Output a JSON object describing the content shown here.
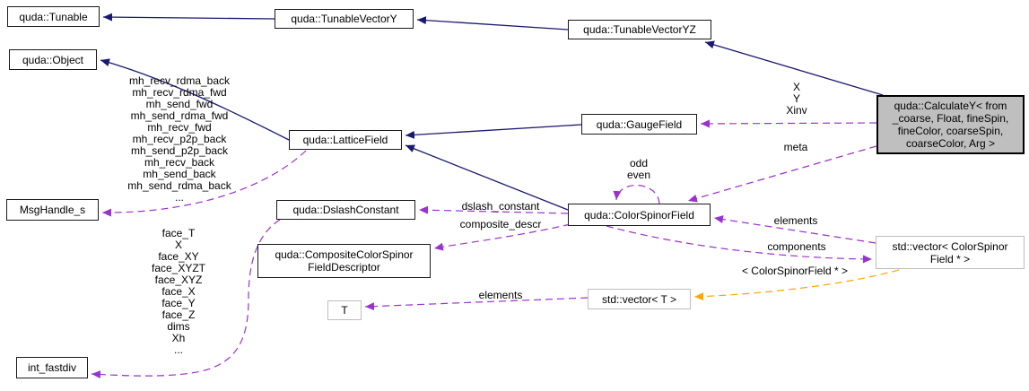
{
  "colors": {
    "inheritance": "#191970",
    "usage": "#9a32cd",
    "template": "#ffa500",
    "main_fill": "#bfbfbf",
    "node_border": "#1a1a1a",
    "external_border": "#bebebe",
    "text": "#000000",
    "background": "#ffffff"
  },
  "nodes": {
    "tunable": {
      "label": "quda::Tunable"
    },
    "tunable_vector_y": {
      "label": "quda::TunableVectorY"
    },
    "tunable_vector_yz": {
      "label": "quda::TunableVectorYZ"
    },
    "object": {
      "label": "quda::Object"
    },
    "lattice_field": {
      "label": "quda::LatticeField"
    },
    "gauge_field": {
      "label": "quda::GaugeField"
    },
    "calculate_y": {
      "label": "quda::CalculateY< from\n_coarse, Float, fineSpin,\nfineColor, coarseSpin,\ncoarseColor, Arg >"
    },
    "msg_handle": {
      "label": "MsgHandle_s"
    },
    "dslash_constant": {
      "label": "quda::DslashConstant"
    },
    "composite_descriptor": {
      "label": "quda::CompositeColorSpinor\nFieldDescriptor"
    },
    "color_spinor_field": {
      "label": "quda::ColorSpinorField"
    },
    "vector_color_spinor": {
      "label": "std::vector< ColorSpinor\nField * >"
    },
    "vector_t": {
      "label": "std::vector< T >"
    },
    "t": {
      "label": "T"
    },
    "int_fastdiv": {
      "label": "int_fastdiv"
    }
  },
  "edge_labels": {
    "msg_handle_members": "mh_recv_rdma_back\nmh_recv_rdma_fwd\nmh_send_fwd\nmh_send_rdma_fwd\nmh_recv_fwd\nmh_recv_p2p_back\nmh_send_p2p_back\nmh_recv_back\nmh_send_back\nmh_send_rdma_back\n...",
    "int_fastdiv_members": "face_T\nX\nface_XY\nface_XYZT\nface_XYZ\nface_X\nface_Y\nface_Z\ndims\nXh\n...",
    "gauge_members": "X\nY\nXinv",
    "meta": "meta",
    "parity_members": "odd\neven",
    "dslash_constant_member": "dslash_constant",
    "composite_descr_member": "composite_descr",
    "vector_elements": "elements",
    "components": "components",
    "template_args": "< ColorSpinorField * >",
    "vector_t_elements": "elements"
  }
}
